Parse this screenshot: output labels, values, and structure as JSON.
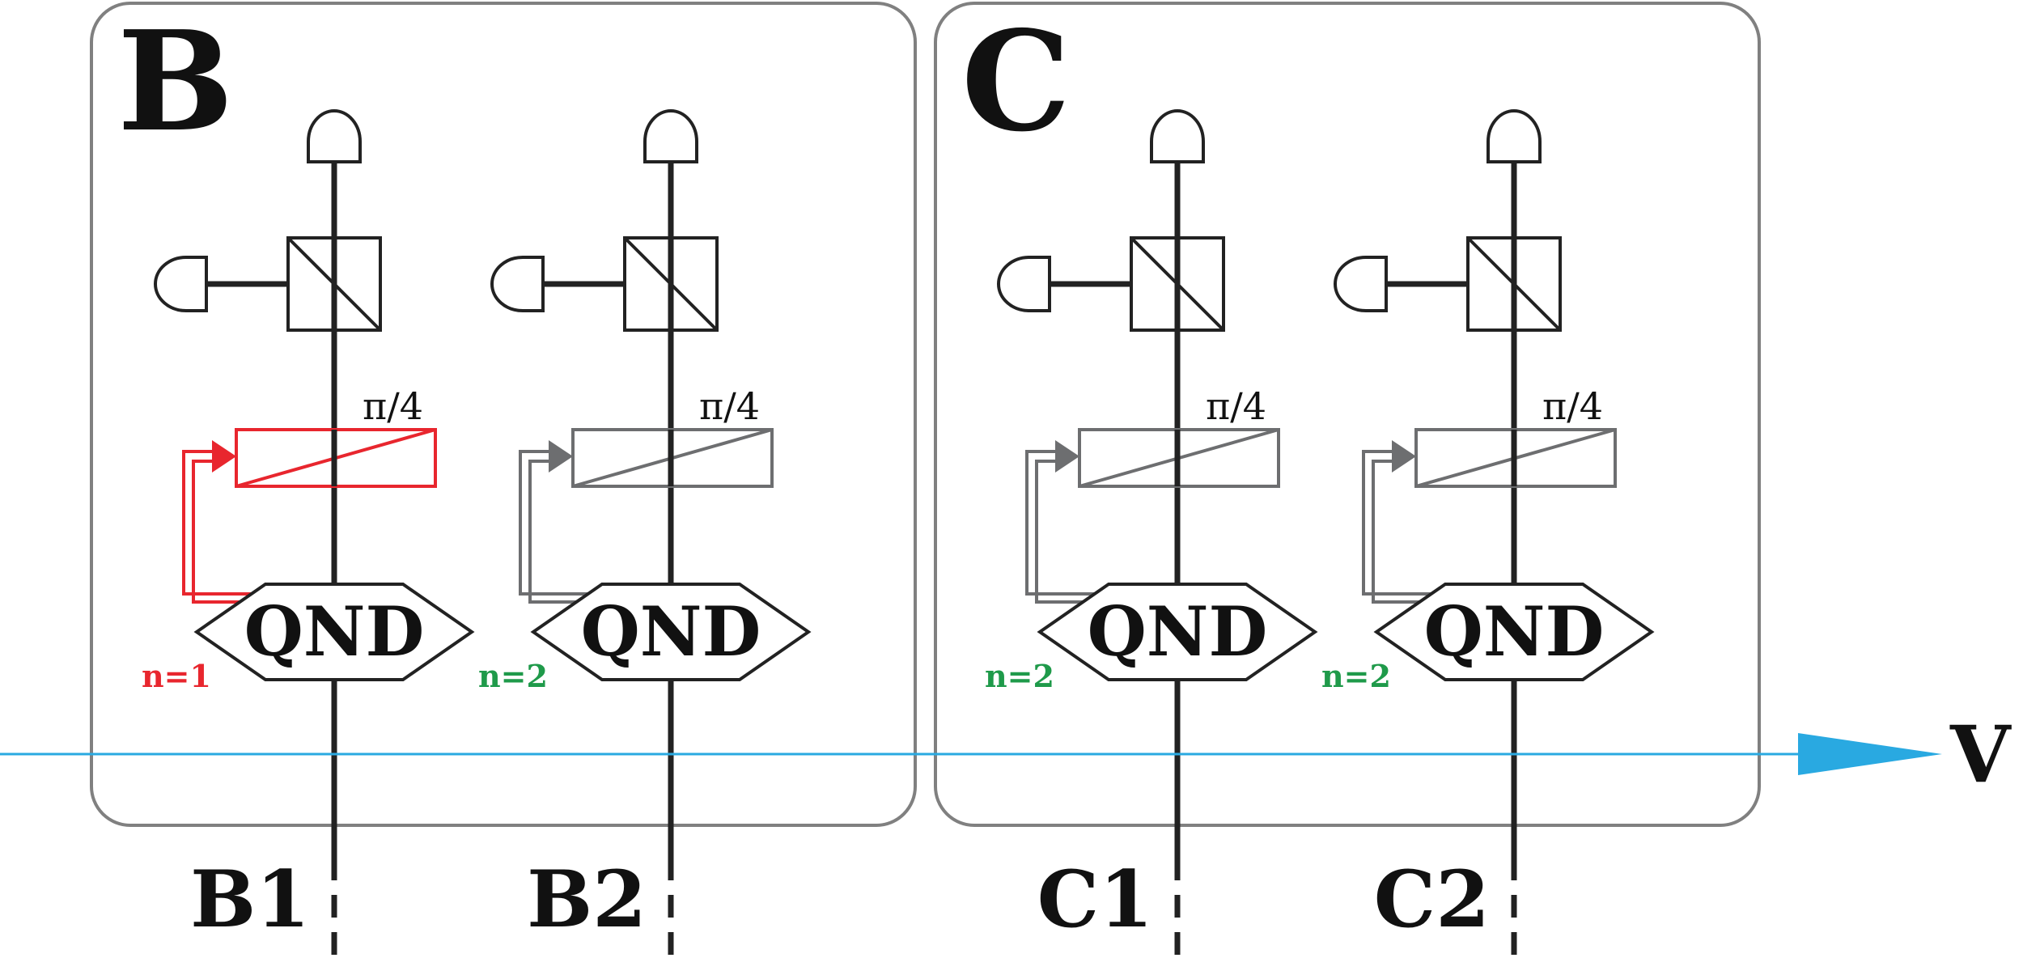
{
  "panels": [
    {
      "label": "B"
    },
    {
      "label": "C"
    }
  ],
  "modules": [
    {
      "mode_label": "B1",
      "n_label": "n=1",
      "n_color": "#e8262e",
      "feedback_color": "#e8262e",
      "plate_label": "π/4",
      "qnd_label": "QND"
    },
    {
      "mode_label": "B2",
      "n_label": "n=2",
      "n_color": "#1f9a4a",
      "feedback_color": "#6d6e70",
      "plate_label": "π/4",
      "qnd_label": "QND"
    },
    {
      "mode_label": "C1",
      "n_label": "n=2",
      "n_color": "#1f9a4a",
      "feedback_color": "#6d6e70",
      "plate_label": "π/4",
      "qnd_label": "QND"
    },
    {
      "mode_label": "C2",
      "n_label": "n=2",
      "n_color": "#1f9a4a",
      "feedback_color": "#6d6e70",
      "plate_label": "π/4",
      "qnd_label": "QND"
    }
  ],
  "axis": {
    "label": "V",
    "color": "#29a9e1"
  },
  "colors": {
    "panel_border": "#808080",
    "line": "#222222"
  }
}
